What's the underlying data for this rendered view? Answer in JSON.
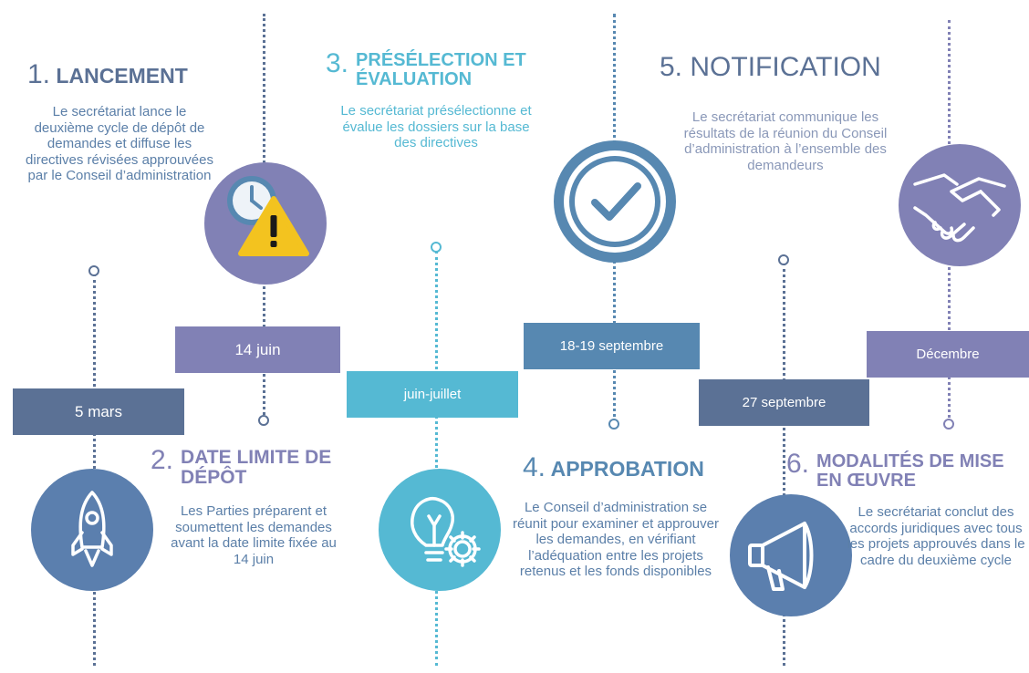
{
  "colors": {
    "slate": "#5b7195",
    "lavender": "#8181b5",
    "teal": "#55b9d3",
    "steel": "#5788b1",
    "lightGrey": "#7b7b7b",
    "desc": "#8aa0c0"
  },
  "steps": [
    {
      "number": "1.",
      "title": "LANCEMENT",
      "description": "Le secrétariat lance le deuxième cycle de dépôt de demandes et diffuse les directives révisées approuvées par le Conseil d’administration",
      "date": "5 mars",
      "icon": "clock-warning-icon"
    },
    {
      "number": "2.",
      "title": "DATE LIMITE DE DÉPÔT",
      "description": "Les Parties préparent et soumettent les demandes avant la date limite fixée au 14 juin",
      "date": "14 juin",
      "icon": "rocket-icon"
    },
    {
      "number": "3.",
      "title": "PRÉSÉLECTION ET ÉVALUATION",
      "description": "Le secrétariat présélectionne et évalue les dossiers sur la base des directives",
      "date": "juin-juillet",
      "icon": "lightbulb-gear-icon"
    },
    {
      "number": "4.",
      "title": "APPROBATION",
      "description": "Le Conseil d’administration se réunit pour examiner et approuver les demandes, en vérifiant l’adéquation entre les projets retenus et les fonds disponibles",
      "date": "18-19 septembre",
      "icon": "checkmark-icon"
    },
    {
      "number": "5.",
      "title": "NOTIFICATION",
      "description": "Le secrétariat communique les résultats de la réunion du Conseil d’administration à l’ensemble des demandeurs",
      "date": "27 septembre",
      "icon": "megaphone-icon"
    },
    {
      "number": "6.",
      "title": "MODALITÉS DE MISE EN ŒUVRE",
      "description": "Le secrétariat conclut des accords juridiques avec tous les projets approuvés dans le cadre du deuxième cycle",
      "date": "Décembre",
      "icon": "handshake-icon"
    }
  ]
}
